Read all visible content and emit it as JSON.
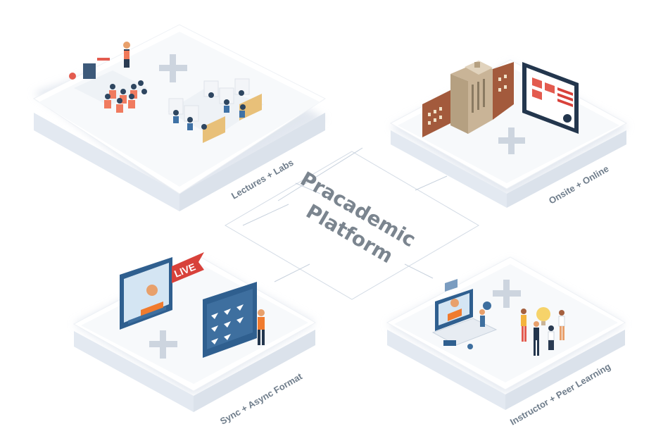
{
  "center": {
    "line1": "Pracademic",
    "line2": "Platform"
  },
  "cards": {
    "top_left": {
      "label": "Lectures + Labs"
    },
    "top_right": {
      "label": "Onsite + Online"
    },
    "bottom_left": {
      "label": "Sync + Async Format",
      "badge": "LIVE"
    },
    "bottom_right": {
      "label": "Instructor + Peer Learning"
    }
  },
  "colors": {
    "card_top": "#ffffff",
    "card_side": "#e6ebf2",
    "card_shadow": "#d5dde8",
    "plus": "#cdd5df",
    "grid": "#c7d1dd",
    "title": "#7b858f",
    "label": "#6f7d8b",
    "live": "#d8413a",
    "screen_blue": "#3e6f9f"
  }
}
